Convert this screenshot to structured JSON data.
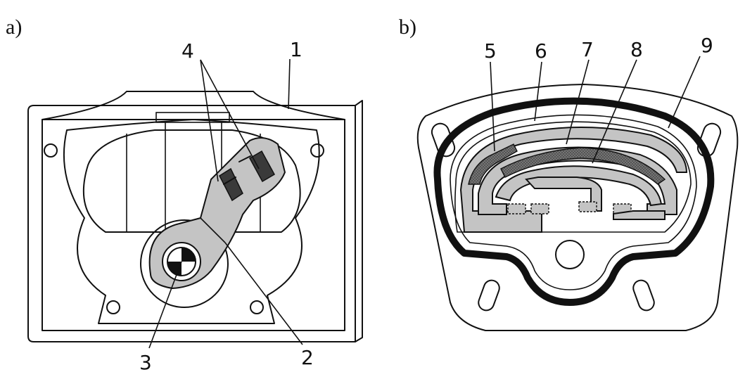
{
  "panels": [
    {
      "label": "a)"
    },
    {
      "label": "b)"
    }
  ],
  "callouts": {
    "a": [
      "1",
      "2",
      "3",
      "4"
    ],
    "b": [
      "5",
      "6",
      "7",
      "8",
      "9"
    ]
  }
}
